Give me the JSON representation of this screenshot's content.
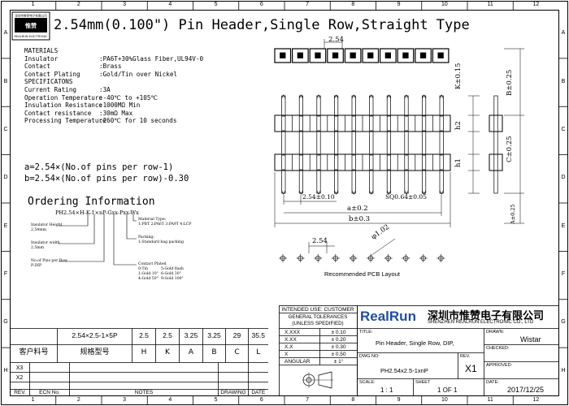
{
  "title": "2.54mm(0.100\") Pin Header,Single Row,Straight Type",
  "logo": {
    "line1": "深圳市惟赞电子有限公司",
    "line2": "REALRUN ELECTRONIC"
  },
  "frame": {
    "cols": [
      "1",
      "2",
      "3",
      "4",
      "5",
      "6",
      "7",
      "8",
      "9",
      "10",
      "11",
      "12"
    ],
    "rows": [
      "A",
      "B",
      "C",
      "D",
      "E",
      "F",
      "G",
      "H"
    ]
  },
  "materials": {
    "heading": "MATERIALS",
    "rows": [
      {
        "label": "Insulator",
        "value": ":PA6T+30%Glass Fiber,UL94V-0"
      },
      {
        "label": "Contact",
        "value": ":Brass"
      },
      {
        "label": "Contact Plating",
        "value": ":Gold/Tin over Nickel"
      }
    ]
  },
  "specifications": {
    "heading": "SPECIFICATONS",
    "rows": [
      {
        "label": "Current Rating",
        "value": ":3A"
      },
      {
        "label": "Operation Temperature",
        "value": ":-40℃ to +105℃"
      },
      {
        "label": "Insulation Resistance",
        "value": ":1000MΩ Min"
      },
      {
        "label": "Contact resistance",
        "value": ":30mΩ Max"
      },
      {
        "label": "Processing Temperature",
        "value": ":260℃ for 10 seconds"
      }
    ]
  },
  "formulas": {
    "a": "a=2.54×(No.of pins per row-1)",
    "b": "b=2.54×(No.of pins per row)-0.30"
  },
  "ordering": {
    "heading": "Ordering Information",
    "code": "PH2.54×H-K-1×nP-Gxx-Pxx-Wx",
    "insulator_height": {
      "title": "Insulator Height",
      "value": "2.54mm"
    },
    "insulator_width": {
      "title": "Insulator width",
      "value": "2.5mm"
    },
    "pins": {
      "title": "No.of Pins per Row",
      "value": "P:DIP"
    },
    "material_type": {
      "title": "Material Type:",
      "value": "1:PBT 2:PA6T 3:PA9T 4:LCP"
    },
    "packing": {
      "title": "Packing:",
      "value": "1:Standard bag packing"
    },
    "contact_plated": {
      "title": "Contact Plated",
      "rows": [
        [
          "0:Tin",
          "5:Gold flash"
        ],
        [
          "1:Gold 10\"",
          "6:Gold 30\""
        ],
        [
          "4:Gold 50\"",
          "9:Gold 100\""
        ]
      ]
    }
  },
  "dimensions": {
    "pitch_top": "2.54",
    "k": "K±0.15",
    "h2": "h2",
    "h1": "h1",
    "pitch": "2.54±0.10",
    "sq": "SQ0.64±0.05",
    "a": "a±0.2",
    "b": "b±0.3",
    "side_b": "B±0.25",
    "side_c": "C±0.25",
    "side_a": "A±0.25",
    "pcb_pitch": "2.54",
    "pcb_hole": "φ1.02",
    "pcb_caption": "Recommended PCB Layout"
  },
  "table": {
    "values": [
      "2.54×2.5-1×5P",
      "2.5",
      "2.5",
      "3.25",
      "3.25",
      "29",
      "35.5"
    ],
    "headers": [
      "客户料号",
      "规格型号",
      "H",
      "K",
      "A",
      "B",
      "C",
      "L"
    ]
  },
  "revisions": {
    "rows": [
      "X3",
      "X2"
    ],
    "footer": [
      "REV.",
      "ECN No.",
      "NOTES",
      "DRAWING",
      "DATE"
    ]
  },
  "tolerances": {
    "intended_use": "INTENDED USE: CUSTOMER",
    "general": "GENERAL TOLERANCES",
    "unless": "(UNLESS SPEDIFIED)",
    "rows": [
      {
        "key": "X.XXX",
        "val": "± 0.10"
      },
      {
        "key": "X.XX",
        "val": "± 0.20"
      },
      {
        "key": "X.X",
        "val": "± 0.30"
      },
      {
        "key": "X",
        "val": "± 0.50"
      },
      {
        "key": "ANGULAR",
        "val": "± 1°"
      }
    ]
  },
  "company": {
    "brand": "RealRun",
    "cn": "深圳市惟赞电子有限公司",
    "en": "SHENZHEN REALRUN ELECTRONIC CO., LTD"
  },
  "titleblock": {
    "title_label": "TITLE:",
    "title_value": "Pin Header, Single Row, DIP,",
    "dwg_label": "DWG NO:",
    "dwg_value": "PH2.54x2.5-1xnP",
    "rev_label": "REV.",
    "rev_value": "X1",
    "drawn_label": "DRAWN:",
    "drawn_value": "Wistar",
    "checked_label": "CHECKED:",
    "approved_label": "APPROVED:",
    "scale_label": "SCALE:",
    "scale_value": "1 : 1",
    "sheet_label": "SHEET",
    "sheet_value": "1 OF 1",
    "date_label": "DATE:",
    "date_value": "2017/12/25"
  },
  "colors": {
    "brand_blue": "#1f4e9a"
  }
}
